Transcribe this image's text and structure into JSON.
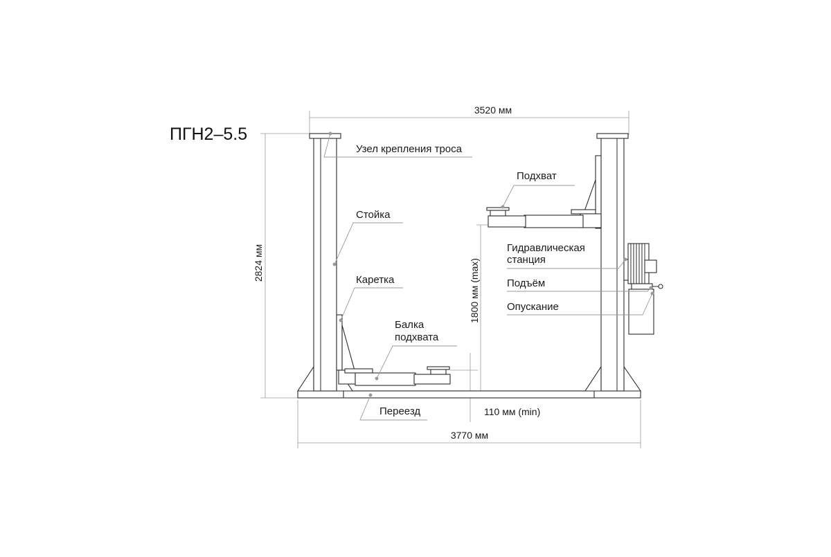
{
  "model": "ПГН2–5.5",
  "dimensions": {
    "top_width": "3520 мм",
    "height": "2824 мм",
    "max_lift": "1800 мм (max)",
    "min_height": "110 мм (min)",
    "base_width": "3770 мм"
  },
  "labels": {
    "cable_mount": "Узел крепления троса",
    "post": "Стойка",
    "carriage": "Каретка",
    "arm_line1": "Балка",
    "arm_line2": "подхвата",
    "drive_over": "Переезд",
    "pad": "Подхват",
    "hydraulic_line1": "Гидравлическая",
    "hydraulic_line2": "станция",
    "raise": "Подъём",
    "lower": "Опускание"
  }
}
